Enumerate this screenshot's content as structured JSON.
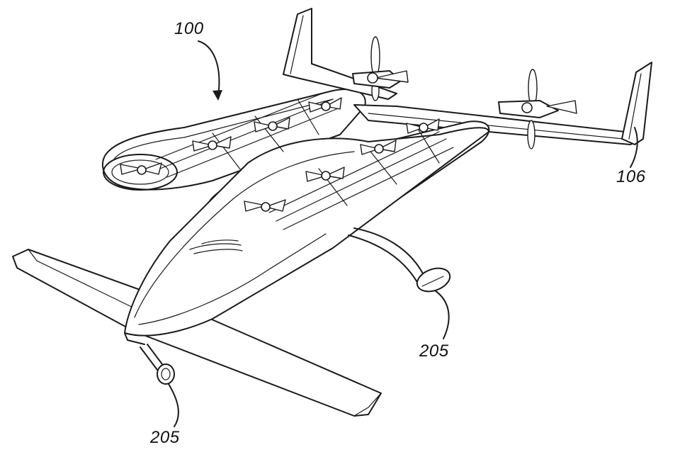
{
  "figure": {
    "reference_numerals": {
      "aircraft": "100",
      "tail_wing": "106",
      "landing_gear_rear": "205",
      "landing_gear_front": "205"
    }
  }
}
